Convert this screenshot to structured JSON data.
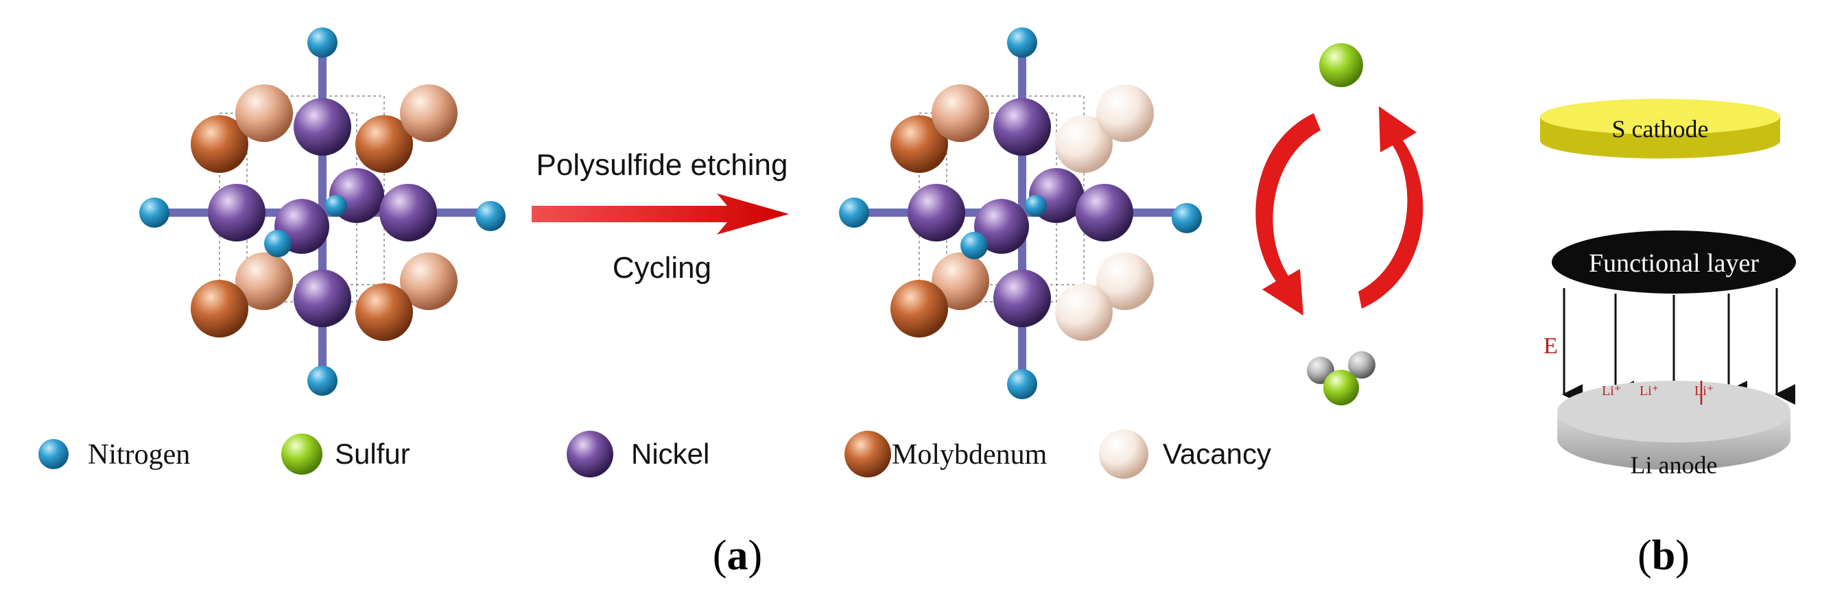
{
  "panel_a": {
    "label_open": "(",
    "label_letter": "a",
    "label_close": ")",
    "arrow_top_label": "Polysulfide etching",
    "arrow_bottom_label": "Cycling",
    "legend": [
      {
        "label": "Nitrogen",
        "color": "#2f9fd2"
      },
      {
        "label": "Sulfur",
        "color": "#9ad324"
      },
      {
        "label": "Nickel",
        "color": "#7b55a8"
      },
      {
        "label": "Molybdenum",
        "color": "#c96a36"
      },
      {
        "label": "Vacancy",
        "color": "#f1ddd0"
      }
    ]
  },
  "panel_b": {
    "label_open": "(",
    "label_letter": "b",
    "label_close": ")",
    "cathode_label": "S cathode",
    "layer_label": "Functional layer",
    "field_label": "E",
    "ion_labels": [
      "Li⁺",
      "Li⁺",
      "Li⁺"
    ],
    "anode_label": "Li anode"
  },
  "colors": {
    "nitrogen": "#2f9fd2",
    "sulfur": "#9ad324",
    "nickel": "#7b55a8",
    "molybdenum": "#c96a36",
    "vacancy": "#f1ddd0",
    "arrow_red": "#e11a1a",
    "cathode_yellow": "#e8e12c",
    "anode_gray": "#c9c9c9"
  }
}
